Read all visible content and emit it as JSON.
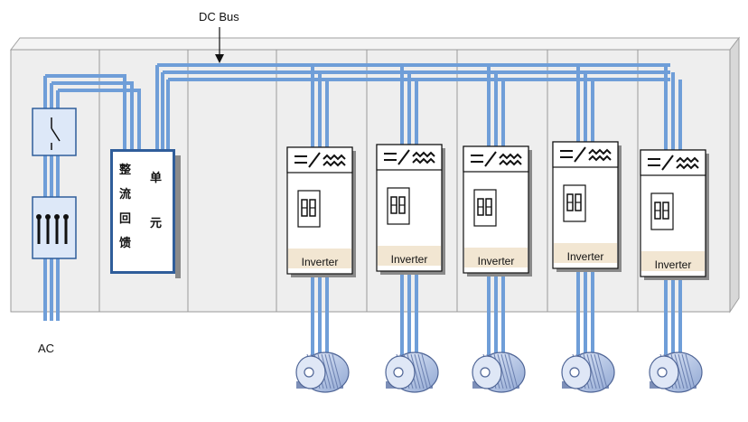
{
  "labels": {
    "dc_bus": "DC Bus",
    "ac": "AC"
  },
  "rectifier": {
    "col1": [
      "整",
      "流",
      "回",
      "馈"
    ],
    "col2": [
      "单",
      "元"
    ]
  },
  "inverters": [
    {
      "label": "Inverter"
    },
    {
      "label": "Inverter"
    },
    {
      "label": "Inverter"
    },
    {
      "label": "Inverter"
    },
    {
      "label": "Inverter"
    }
  ],
  "colors": {
    "cabinet": "#eeeeee",
    "cabinet_edge": "#9a9a9a",
    "bus": "#6f9ed8",
    "bus_dark": "#2f5d9a",
    "module_fill": "#dde8f8",
    "module_edge": "#2f5d9a",
    "inverter_label_bg": "#f2e6d2",
    "motor": "#b9c8e6"
  }
}
